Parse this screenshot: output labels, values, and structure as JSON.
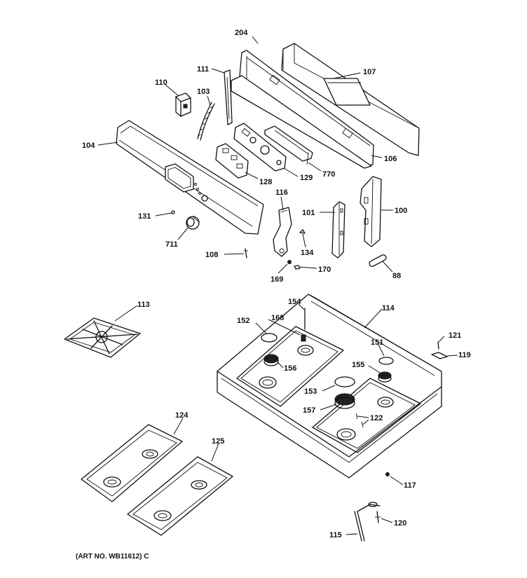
{
  "diagram": {
    "caption": "(ART NO. WB11612) C",
    "callouts": {
      "p204": "204",
      "p107": "107",
      "p111": "111",
      "p110": "110",
      "p103": "103",
      "p104": "104",
      "p106": "106",
      "p770": "770",
      "p129": "129",
      "p128": "128",
      "p116": "116",
      "p101": "101",
      "p100": "100",
      "p131": "131",
      "p711": "711",
      "p108": "108",
      "p134": "134",
      "p170": "170",
      "p169": "169",
      "p88": "88",
      "p113": "113",
      "p154": "154",
      "p114": "114",
      "p152": "152",
      "p168": "168",
      "p151": "151",
      "p121": "121",
      "p119": "119",
      "p156": "156",
      "p155": "155",
      "p153": "153",
      "p157": "157",
      "p122": "122",
      "p124": "124",
      "p125": "125",
      "p117": "117",
      "p120": "120",
      "p115": "115"
    }
  }
}
